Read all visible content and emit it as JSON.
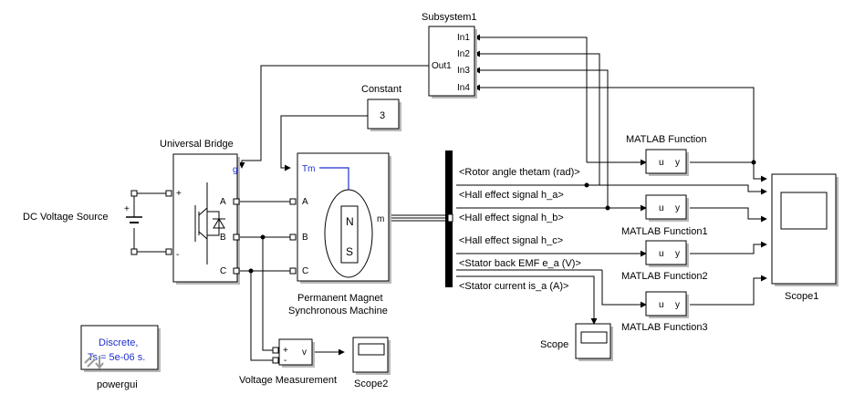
{
  "blocks": {
    "subsystem": {
      "name": "Subsystem1",
      "inputs": [
        "In1",
        "In2",
        "In3",
        "In4"
      ],
      "output": "Out1"
    },
    "constant": {
      "name": "Constant",
      "value": "3"
    },
    "bridge": {
      "name": "Universal Bridge",
      "port_g": "g",
      "port_plus": "+",
      "port_minus": "-",
      "port_a": "A",
      "port_b": "B",
      "port_c": "C"
    },
    "pmsm": {
      "name_line1": "Permanent Magnet",
      "name_line2": "Synchronous Machine",
      "port_tm": "Tm",
      "port_a": "A",
      "port_b": "B",
      "port_c": "C",
      "port_m": "m",
      "rotor_n": "N",
      "rotor_s": "S"
    },
    "dc_source": {
      "name": "DC Voltage Source",
      "plus": "+"
    },
    "bus_selector": {
      "signals": [
        "<Rotor angle thetam (rad)>",
        "<Hall effect signal h_a>",
        "<Hall effect signal h_b>",
        "<Hall effect signal h_c>",
        "<Stator back EMF e_a (V)>",
        "<Stator current is_a (A)>"
      ]
    },
    "matlab_fns": [
      {
        "name": "MATLAB Function",
        "in": "u",
        "out": "y"
      },
      {
        "name": "MATLAB Function1",
        "in": "u",
        "out": "y"
      },
      {
        "name": "MATLAB Function2",
        "in": "u",
        "out": "y"
      },
      {
        "name": "MATLAB Function3",
        "in": "u",
        "out": "y"
      }
    ],
    "scope": {
      "name": "Scope"
    },
    "scope1": {
      "name": "Scope1"
    },
    "scope2": {
      "name": "Scope2"
    },
    "voltage_meas": {
      "name": "Voltage Measurement",
      "plus": "+",
      "minus": "-",
      "out": "v"
    },
    "powergui": {
      "line1": "Discrete,",
      "line2": "Ts = 5e-06 s.",
      "name": "powergui"
    }
  },
  "colors": {
    "accent": "#1e2fd0",
    "shadow": "#b9b9b9",
    "line": "#000000"
  }
}
